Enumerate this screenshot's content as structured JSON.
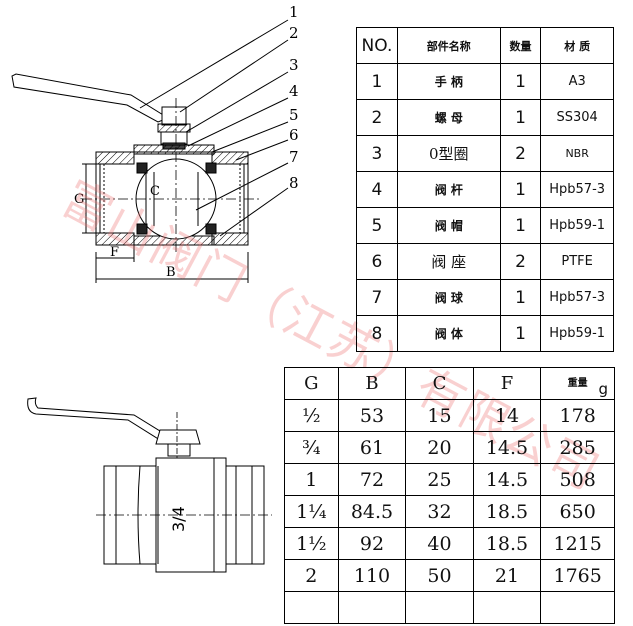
{
  "callouts": [
    "1",
    "2",
    "3",
    "4",
    "5",
    "6",
    "7",
    "8"
  ],
  "dim_labels": {
    "G": "G",
    "C": "C",
    "F": "F",
    "B": "B"
  },
  "body_mark": "3/4",
  "watermark": "富山阀门（江苏）有限公司",
  "parts_table": {
    "headers": [
      "NO.",
      "部件名称",
      "数量",
      "材 质"
    ],
    "rows": [
      {
        "no": "1",
        "name": "手 柄",
        "qty": "1",
        "material": "A3"
      },
      {
        "no": "2",
        "name": "螺 母",
        "qty": "1",
        "material": "SS304"
      },
      {
        "no": "3",
        "name": "0型圈",
        "qty": "2",
        "material": "NBR"
      },
      {
        "no": "4",
        "name": "阀 杆",
        "qty": "1",
        "material": "Hpb57-3"
      },
      {
        "no": "5",
        "name": "阀 帽",
        "qty": "1",
        "material": "Hpb59-1"
      },
      {
        "no": "6",
        "name": "阀 座",
        "qty": "2",
        "material": "PTFE"
      },
      {
        "no": "7",
        "name": "阀 球",
        "qty": "1",
        "material": "Hpb57-3"
      },
      {
        "no": "8",
        "name": "阀 体",
        "qty": "1",
        "material": "Hpb59-1"
      }
    ]
  },
  "dims_table": {
    "headers": [
      "G",
      "B",
      "C",
      "F",
      "重量"
    ],
    "unit": "g",
    "rows": [
      {
        "g": "½",
        "b": "53",
        "c": "15",
        "f": "14",
        "w": "178"
      },
      {
        "g": "¾",
        "b": "61",
        "c": "20",
        "f": "14.5",
        "w": "285"
      },
      {
        "g": "1",
        "b": "72",
        "c": "25",
        "f": "14.5",
        "w": "508"
      },
      {
        "g": "1¼",
        "b": "84.5",
        "c": "32",
        "f": "18.5",
        "w": "650"
      },
      {
        "g": "1½",
        "b": "92",
        "c": "40",
        "f": "18.5",
        "w": "1215"
      },
      {
        "g": "2",
        "b": "110",
        "c": "50",
        "f": "21",
        "w": "1765"
      },
      {
        "g": "",
        "b": "",
        "c": "",
        "f": "",
        "w": ""
      }
    ]
  }
}
